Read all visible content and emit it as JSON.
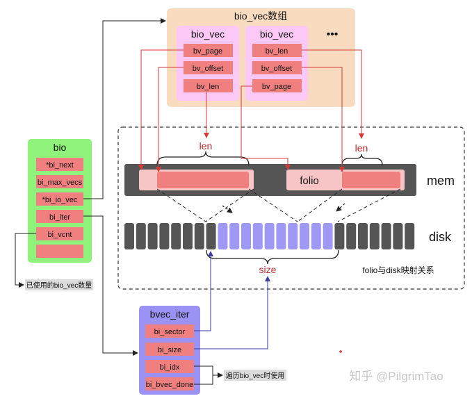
{
  "bio_vec_array": {
    "title": "bio_vec数组",
    "more": "•••"
  },
  "bio_vec_1": {
    "title": "bio_vec",
    "fields": [
      "bv_page",
      "bv_offset",
      "bv_len"
    ]
  },
  "bio_vec_2": {
    "title": "bio_vec",
    "fields": [
      "bv_len",
      "bv_offset",
      "bv_page"
    ]
  },
  "bio": {
    "title": "bio",
    "fields": [
      "*bi_next",
      "bi_max_vecs",
      "*bi_io_vec",
      "bi_iter",
      "bi_vcnt",
      ""
    ]
  },
  "bvec_iter": {
    "title": "bvec_iter",
    "fields": [
      "bi_sector",
      "bi_size",
      "bi_idx",
      "bi_bvec_done"
    ]
  },
  "mem": {
    "label": "mem",
    "folio_label": "folio"
  },
  "disk": {
    "label": "disk",
    "blocks_total": 25,
    "blocks_highlight_start": 8,
    "blocks_highlight_count": 10
  },
  "labels": {
    "len_left": "len",
    "len_right": "len",
    "size": "size",
    "mapping": "folio与disk映射关系"
  },
  "notes": {
    "bi_vcnt_note": "已使用的bio_vec数量",
    "iter_note": "遍历bio_vec时使用"
  },
  "watermark": "知乎 @PilgrimTao",
  "colors": {
    "orange_bg": "#f9dcbf",
    "pink_box": "#fcc9f6",
    "field_red": "#f08080",
    "green_box": "#8ff27a",
    "purple_box": "#9b92f5",
    "bar_dark": "#555555",
    "light_pink": "#f7c5c5",
    "block_grey": "#555555",
    "block_blue": "#9f98f5",
    "arrow_red": "#d83a3a",
    "arrow_blue": "#3a3aa8"
  }
}
